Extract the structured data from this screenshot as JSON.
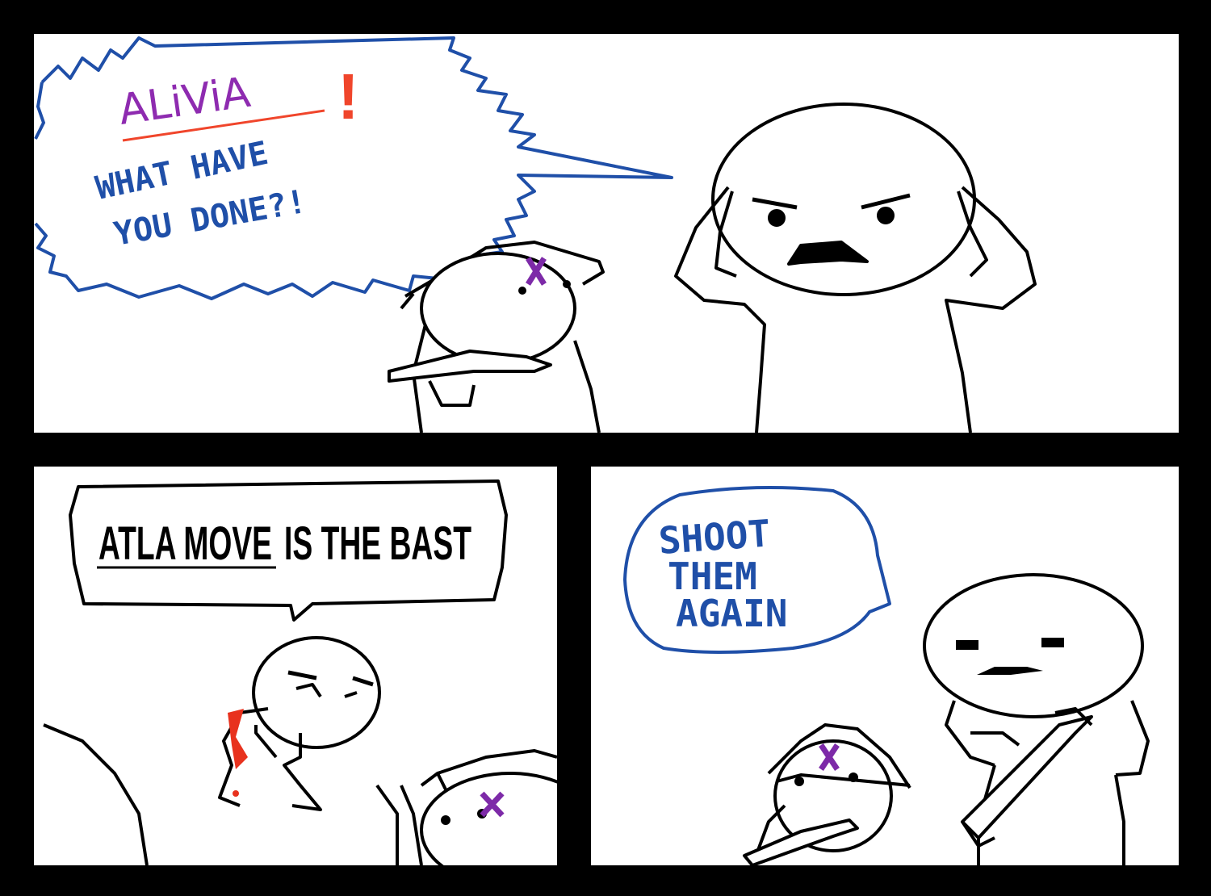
{
  "panel1": {
    "name": "ALiViA",
    "exclaim": "!",
    "line1": "WHAT HAVE",
    "line2": "YOU DONE?!"
  },
  "panel2": {
    "speech_underlined": "ATLA MOVE",
    "speech_rest": "IS THE BAST"
  },
  "panel3": {
    "line1": "SHOOT",
    "line2": "THEM",
    "line3": "AGAIN"
  },
  "colors": {
    "speech_blue": "#1f4fa8",
    "name_purple": "#8e2bb0",
    "accent_red": "#f0452b",
    "blood_red": "#e8321e",
    "mark_purple": "#7d2aa8"
  }
}
